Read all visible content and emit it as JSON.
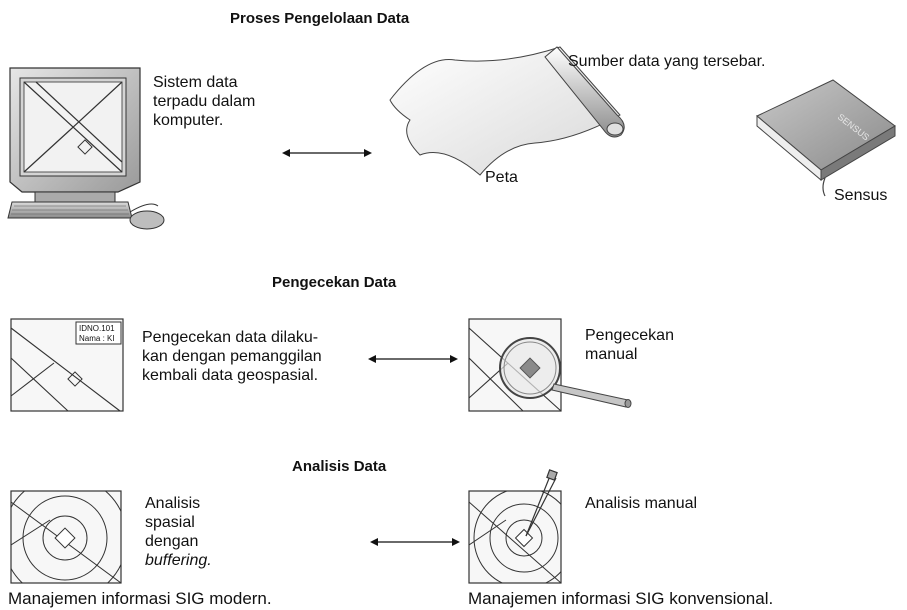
{
  "sections": {
    "proses": {
      "title": "Proses Pengelolaan Data",
      "computer_text_lines": [
        "Sistem data",
        "terpadu dalam",
        "komputer."
      ],
      "sources_label": "Sumber data yang tersebar.",
      "map_label": "Peta",
      "book_label": "Sensus",
      "book_cover_text": "SENSUS"
    },
    "pengecekan": {
      "title": "Pengecekan Data",
      "tag_line1": "IDNO.101",
      "tag_line2": "Nama : KI",
      "left_text_lines": [
        "Pengecekan data dilaku-",
        "kan dengan pemanggilan",
        "kembali data geospasial."
      ],
      "right_text_lines": [
        "Pengecekan",
        "manual"
      ]
    },
    "analisis": {
      "title": "Analisis Data",
      "left_text_lines": [
        "Analisis",
        "spasial",
        "dengan"
      ],
      "left_text_italic": "buffering.",
      "right_text": "Analisis manual"
    }
  },
  "captions": {
    "left": "Manajemen informasi SIG modern.",
    "right": "Manajemen informasi SIG konvensional."
  }
}
